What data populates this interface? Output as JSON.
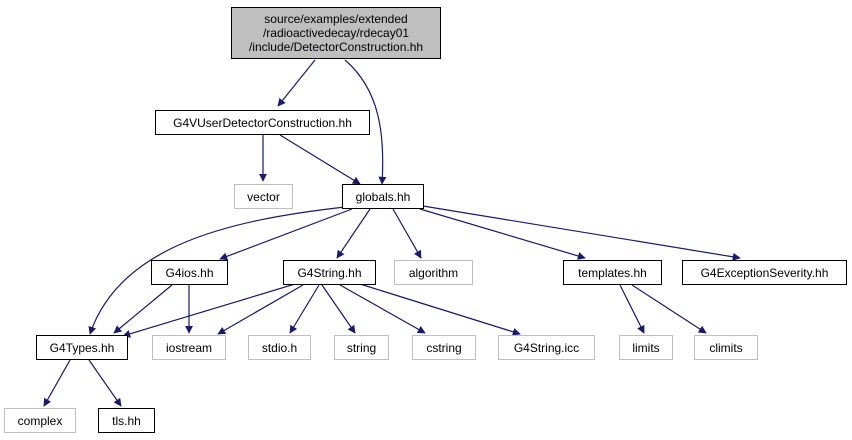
{
  "colors": {
    "edge": "#191970",
    "root_fill": "#bfbfbf",
    "node_border": "#000000",
    "external_border": "#bfbfbf"
  },
  "nodes": {
    "root": {
      "line1": "source/examples/extended",
      "line2": "/radioactivedecay/rdecay01",
      "line3": "/include/DetectorConstruction.hh"
    },
    "g4vuser": "G4VUserDetectorConstruction.hh",
    "vector": "vector",
    "globals": "globals.hh",
    "g4ios": "G4ios.hh",
    "g4string": "G4String.hh",
    "algorithm": "algorithm",
    "templates": "templates.hh",
    "g4exception": "G4ExceptionSeverity.hh",
    "g4types": "G4Types.hh",
    "iostream": "iostream",
    "stdio": "stdio.h",
    "string": "string",
    "cstring": "cstring",
    "g4stringicc": "G4String.icc",
    "limits": "limits",
    "climits": "climits",
    "complex": "complex",
    "tls": "tls.hh"
  }
}
